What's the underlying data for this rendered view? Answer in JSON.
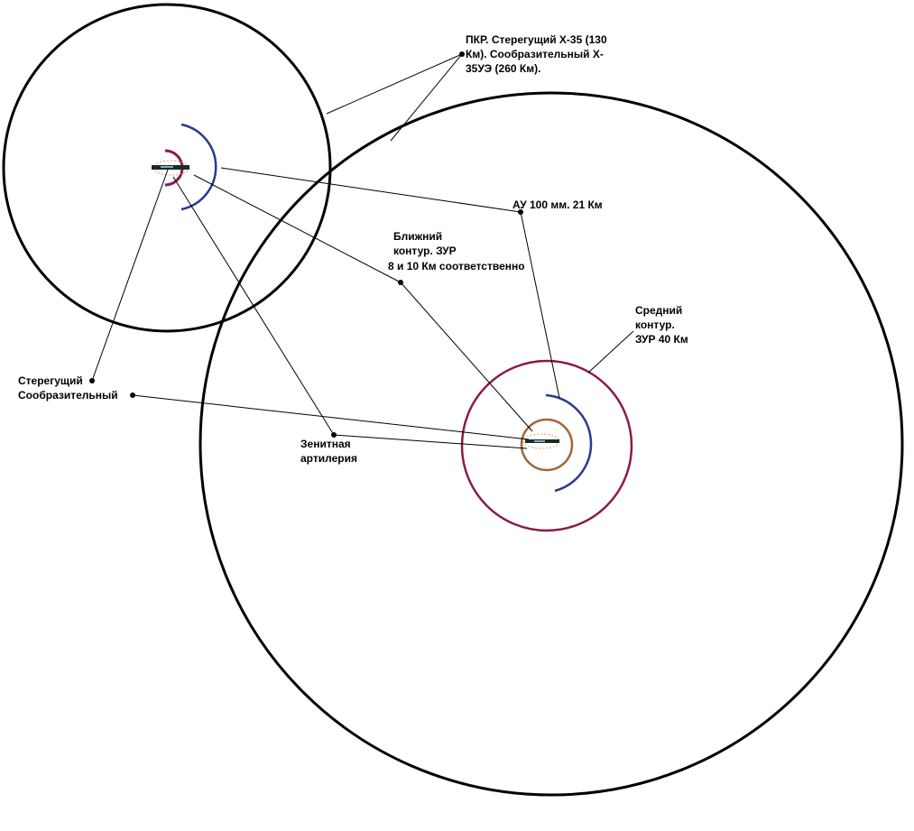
{
  "labels": {
    "pkr": [
      "ПКР. Стерегущий Х-35 (130",
      "Км). Сообразительный Х-",
      "35УЭ (260 Км)."
    ],
    "au": "АУ 100 мм. 21 Км",
    "near": [
      "Ближний",
      "контур. ЗУР",
      "8 и 10 Км соответственно"
    ],
    "mid": [
      "Средний",
      "контур.",
      "ЗУР 40 Км"
    ],
    "ships": [
      "Стерегущий",
      "Сообразительный"
    ],
    "flak": [
      "Зенитная",
      "артилерия"
    ]
  },
  "colors": {
    "outline": "#000000",
    "near_ring": "#8b1a4a",
    "gun_arc": "#2b3a8f",
    "inner_ring": "#a0663a",
    "ship_detail": "#e0a060"
  },
  "icons": [
    "ship-icon"
  ]
}
